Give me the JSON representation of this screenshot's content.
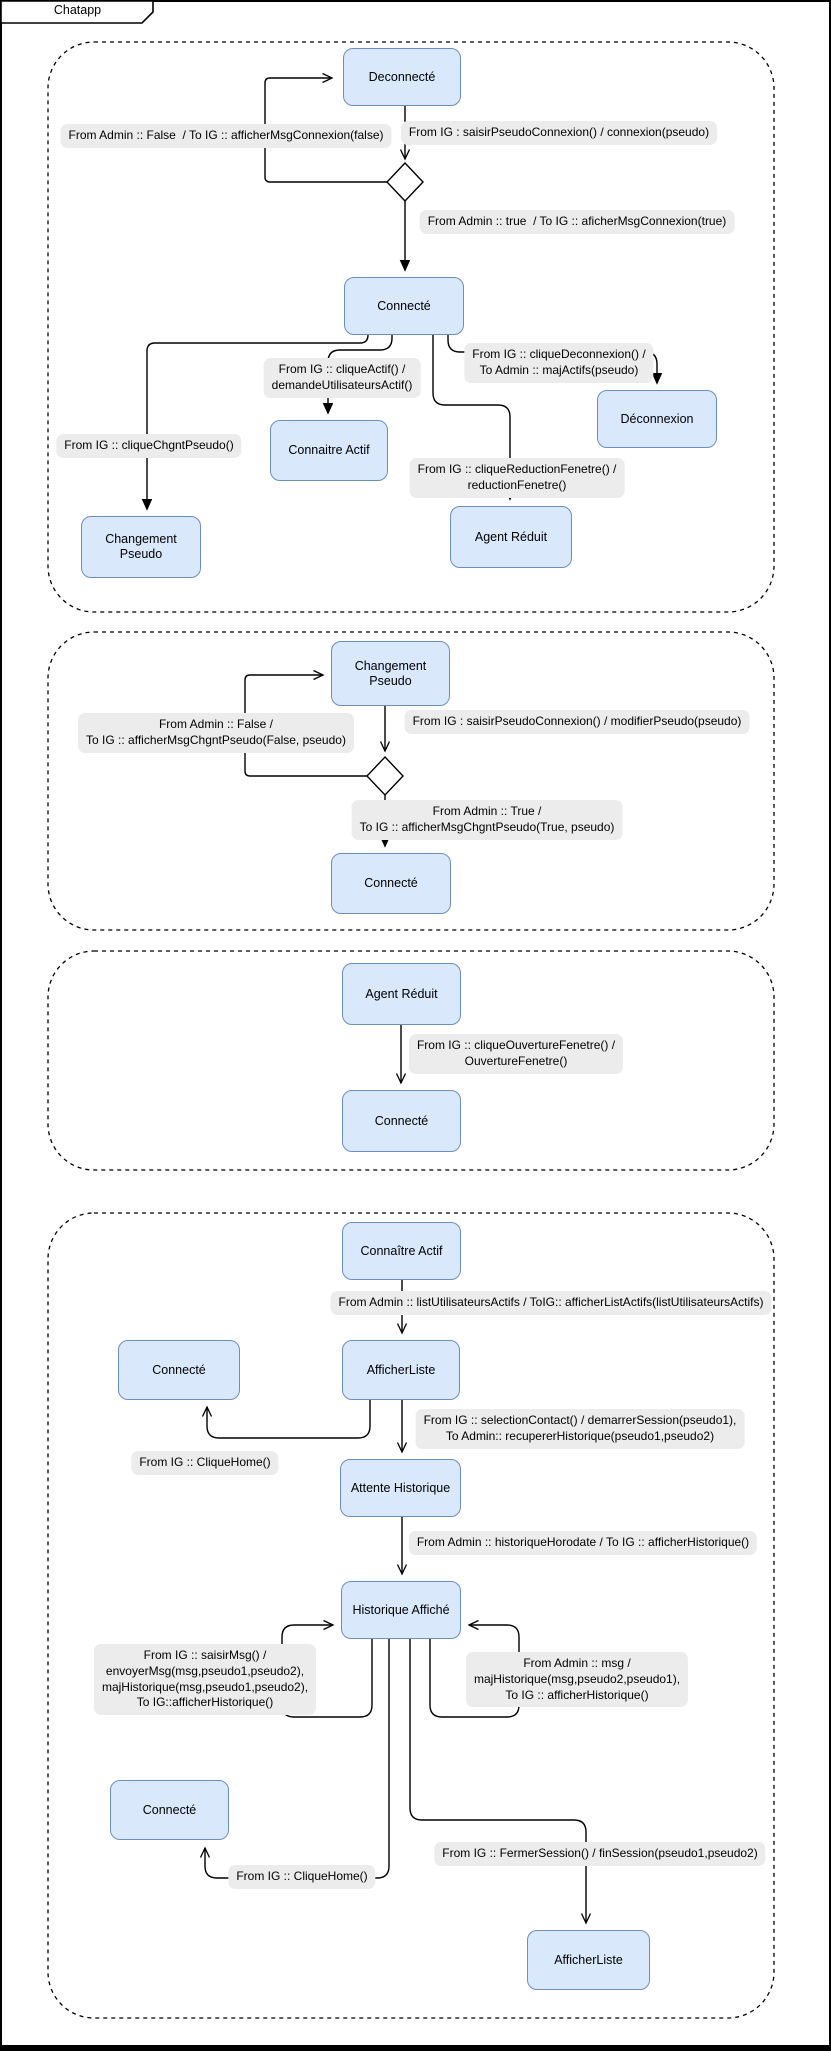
{
  "frame": {
    "title": "Chatapp"
  },
  "colors": {
    "state_fill": "#dae8fc",
    "state_border": "#6c8ebf",
    "label_bg": "#ececec",
    "line": "#000000"
  },
  "s1": {
    "states": {
      "deconnecte": "Deconnecté",
      "connecte": "Connecté",
      "connaitre_actif": "Connaitre Actif",
      "deconnexion": "Déconnexion",
      "changement_pseudo": "Changement Pseudo",
      "agent_reduit": "Agent Réduit"
    },
    "labels": {
      "admin_false": "From Admin :: False  / To IG :: afficherMsgConnexion(false)",
      "saisir_pseudo": "From IG : saisirPseudoConnexion() / connexion(pseudo)",
      "admin_true": "From Admin :: true  / To IG :: aficherMsgConnexion(true)",
      "clique_actif": "From IG :: cliqueActif() /\ndemandeUtilisateursActif()",
      "clique_deconnexion": "From IG :: cliqueDeconnexion() /\nTo Admin :: majActifs(pseudo)",
      "clique_chgnt_pseudo": "From IG :: cliqueChgntPseudo()",
      "clique_reduction": "From IG :: cliqueReductionFenetre() /\nreductionFenetre()"
    }
  },
  "s2": {
    "states": {
      "changement_pseudo": "Changement Pseudo",
      "connecte": "Connecté"
    },
    "labels": {
      "admin_false": "From Admin :: False /\nTo IG :: afficherMsgChgntPseudo(False, pseudo)",
      "saisir_pseudo": "From IG : saisirPseudoConnexion() / modifierPseudo(pseudo)",
      "admin_true": "From Admin :: True /\nTo IG :: afficherMsgChgntPseudo(True, pseudo)"
    }
  },
  "s3": {
    "states": {
      "agent_reduit": "Agent Réduit",
      "connecte": "Connecté"
    },
    "labels": {
      "clique_ouverture": "From IG :: cliqueOuvertureFenetre() /\nOuvertureFenetre()"
    }
  },
  "s4": {
    "states": {
      "connaitre_actif": "Connaître Actif",
      "connecte_haut": "Connecté",
      "afficher_liste": "AfficherListe",
      "attente_historique": "Attente Historique",
      "historique_affiche": "Historique Affiché",
      "connecte_bas": "Connecté",
      "afficher_liste_bas": "AfficherListe"
    },
    "labels": {
      "list_actifs": "From Admin :: listUtilisateursActifs / ToIG:: afficherListActifs(listUtilisateursActifs)",
      "selection_contact": "From IG :: selectionContact() / demarrerSession(pseudo1),\nTo Admin:: recupererHistorique(pseudo1,pseudo2)",
      "clique_home_haut": "From IG :: CliqueHome()",
      "historique_horodate": "From Admin :: historiqueHorodate / To IG :: afficherHistorique()",
      "saisir_msg": "From IG :: saisirMsg() /\nenvoyerMsg(msg,pseudo1,pseudo2),\nmajHistorique(msg,pseudo1,pseudo2),\nTo IG::afficherHistorique()",
      "admin_msg": "From Admin :: msg /\nmajHistorique(msg,pseudo2,pseudo1),\nTo IG :: afficherHistorique()",
      "clique_home_bas": "From IG :: CliqueHome()",
      "fermer_session": "From IG :: FermerSession() / finSession(pseudo1,pseudo2)"
    }
  }
}
